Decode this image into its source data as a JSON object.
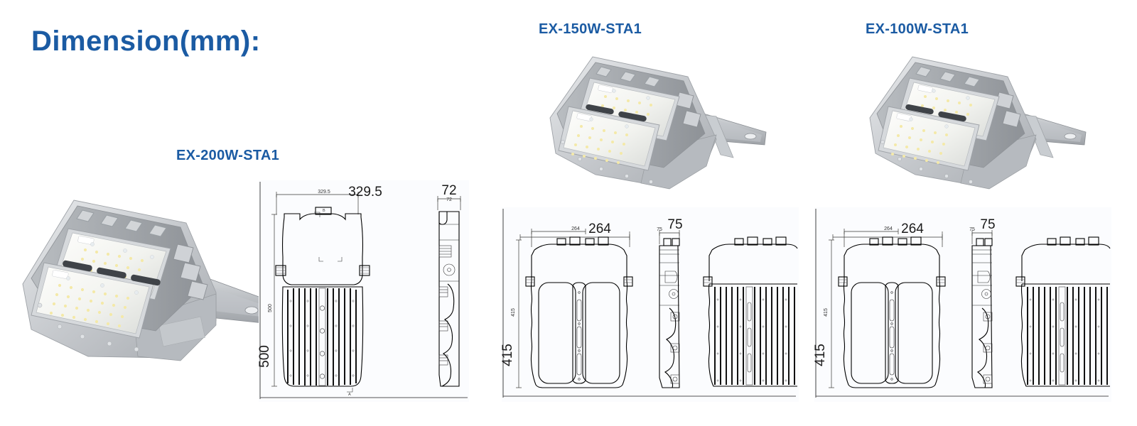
{
  "page": {
    "title": "Dimension(mm):",
    "accent_color": "#1b5ba3",
    "background_color": "#ffffff",
    "drawing_panel_color": "#fbfcfe"
  },
  "products": [
    {
      "id": "200w",
      "model": "EX-200W-STA1",
      "photo_alt": "led-flood-light-200w-photo",
      "led_modules": 3,
      "views": [
        "front",
        "side"
      ],
      "dimensions": {
        "width": "329.5",
        "width_small": "329.5",
        "height": "500",
        "height_small": "500",
        "depth": "72",
        "depth_small": "72"
      }
    },
    {
      "id": "150w",
      "model": "EX-150W-STA1",
      "photo_alt": "led-flood-light-150w-photo",
      "led_modules": 2,
      "views": [
        "front",
        "side",
        "back"
      ],
      "dimensions": {
        "width": "264",
        "width_small": "264",
        "height": "415",
        "height_small": "415",
        "depth": "75",
        "depth_small": "75"
      }
    },
    {
      "id": "100w",
      "model": "EX-100W-STA1",
      "photo_alt": "led-flood-light-100w-photo",
      "led_modules": 2,
      "views": [
        "front",
        "side",
        "back"
      ],
      "dimensions": {
        "width": "264",
        "width_small": "264",
        "height": "415",
        "height_small": "415",
        "depth": "75",
        "depth_small": "75"
      }
    }
  ]
}
